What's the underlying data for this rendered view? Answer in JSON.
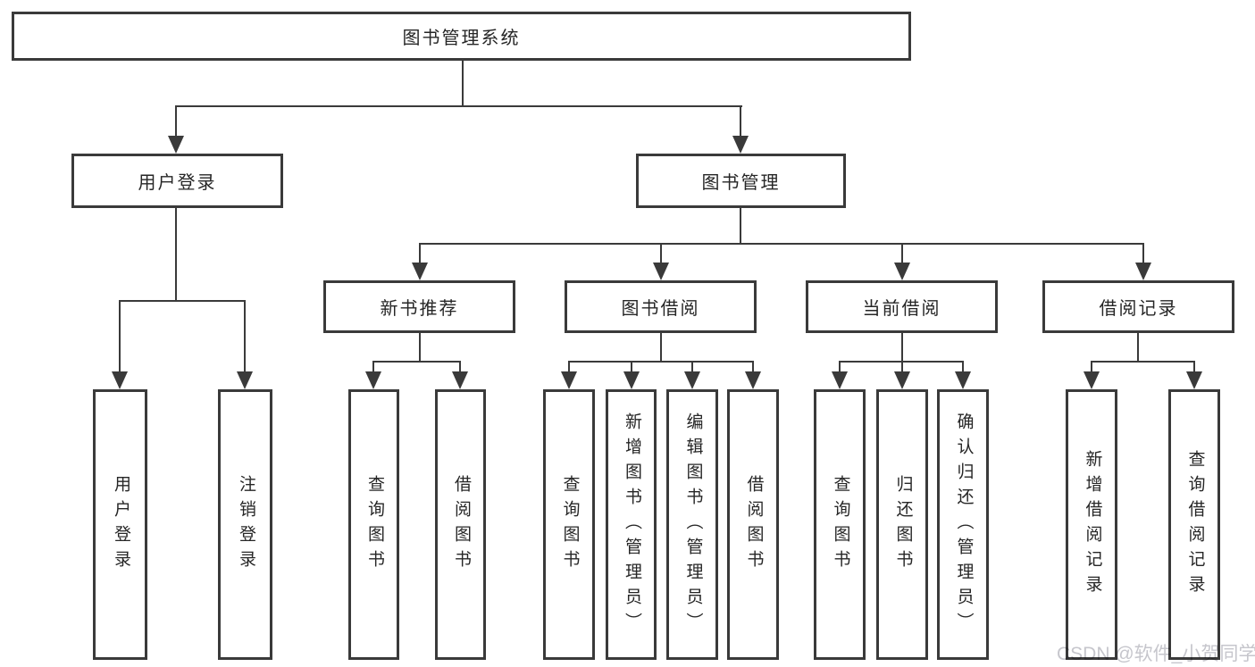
{
  "diagram": {
    "root": {
      "label": "图书管理系统"
    },
    "branches": [
      {
        "label": "用户登录",
        "children": [
          "用户登录",
          "注销登录"
        ]
      },
      {
        "label": "图书管理",
        "sections": [
          {
            "label": "新书推荐",
            "children": [
              "查询图书",
              "借阅图书"
            ]
          },
          {
            "label": "图书借阅",
            "children": [
              "查询图书",
              "新增图书（管理员）",
              "编辑图书（管理员）",
              "借阅图书"
            ]
          },
          {
            "label": "当前借阅",
            "children": [
              "查询图书",
              "归还图书",
              "确认归还（管理员）"
            ]
          },
          {
            "label": "借阅记录",
            "children": [
              "新增借阅记录",
              "查询借阅记录"
            ]
          }
        ]
      }
    ]
  },
  "watermark": {
    "text": "CSDN @软件_小贺同学"
  },
  "colors": {
    "line": "#3a3a3a",
    "text": "#262626",
    "node_fill": "#ffffff",
    "watermark": "#c6c6cc",
    "background": "#ffffff"
  }
}
